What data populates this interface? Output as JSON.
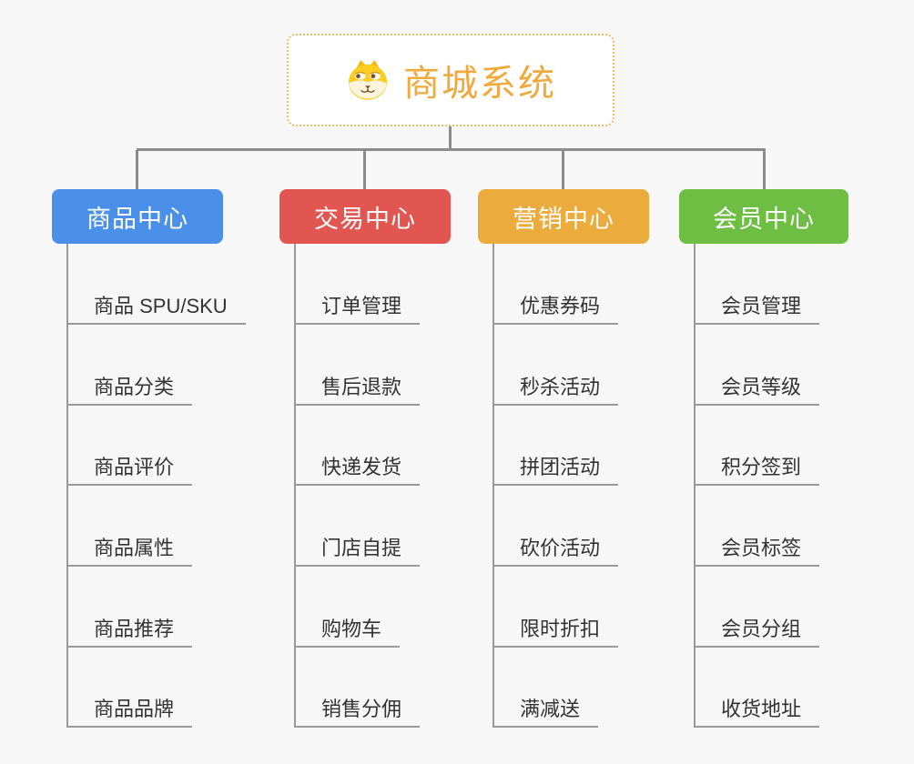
{
  "root": {
    "title": "商城系统",
    "icon": "dog-face-icon"
  },
  "branches": [
    {
      "label": "商品中心",
      "color": "#4A90E8",
      "items": [
        "商品 SPU/SKU",
        "商品分类",
        "商品评价",
        "商品属性",
        "商品推荐",
        "商品品牌"
      ]
    },
    {
      "label": "交易中心",
      "color": "#E25652",
      "items": [
        "订单管理",
        "售后退款",
        "快递发货",
        "门店自提",
        "购物车",
        "销售分佣"
      ]
    },
    {
      "label": "营销中心",
      "color": "#EBAB3D",
      "items": [
        "优惠券码",
        "秒杀活动",
        "拼团活动",
        "砍价活动",
        "限时折扣",
        "满减送"
      ]
    },
    {
      "label": "会员中心",
      "color": "#6FBE44",
      "items": [
        "会员管理",
        "会员等级",
        "积分签到",
        "会员标签",
        "会员分组",
        "收货地址"
      ]
    }
  ],
  "colors": {
    "background": "#f7f7f7",
    "connector": "#8c8c8c",
    "line": "#9a9a9a",
    "leaf_text": "#333333",
    "node_text": "#ffffff",
    "root_accent": "#F0A93C",
    "root_border": "#F4BC62"
  }
}
